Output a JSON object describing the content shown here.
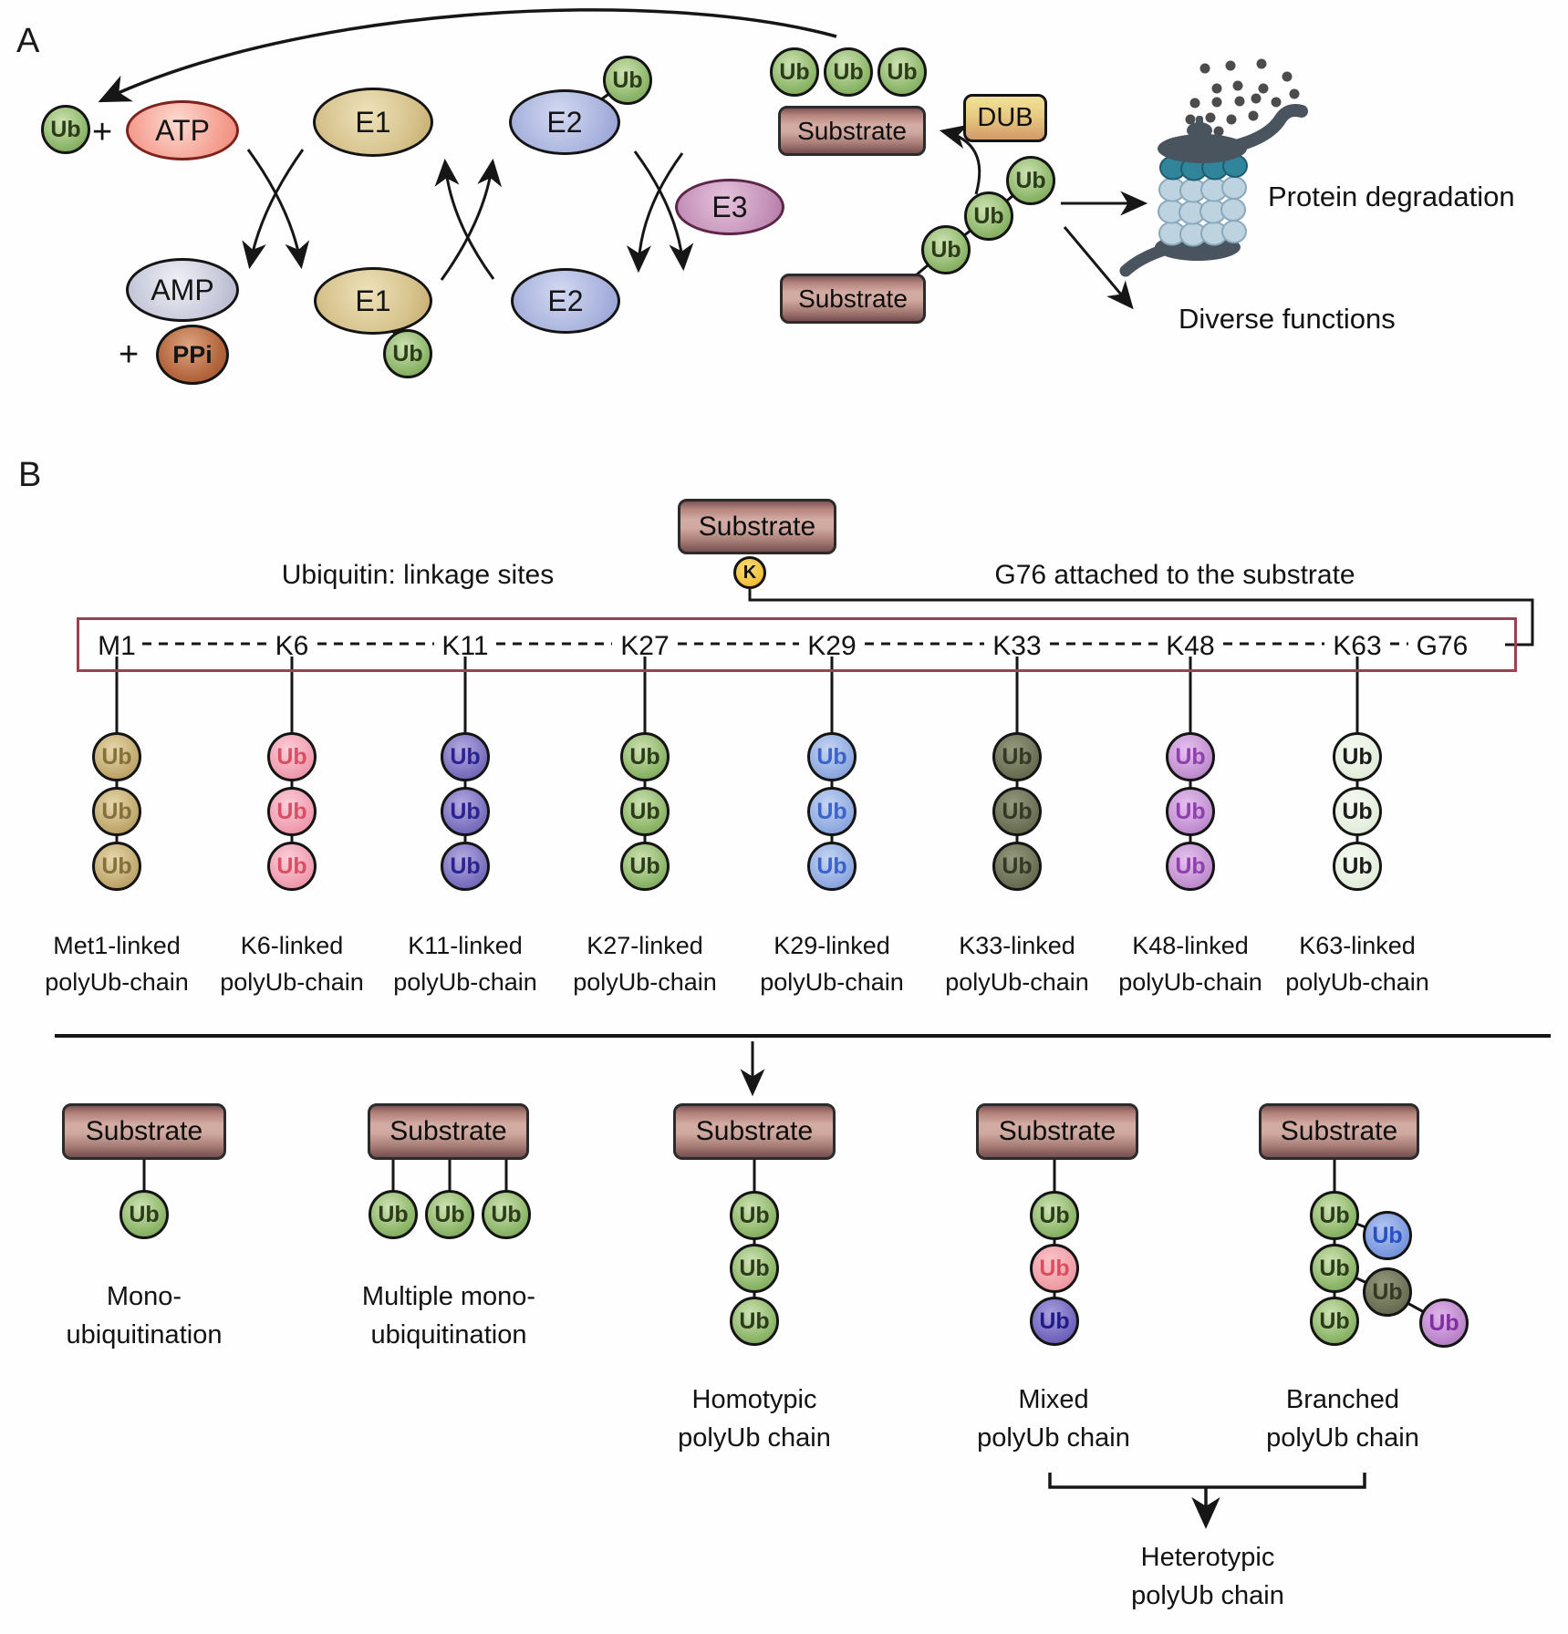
{
  "figure": {
    "panel_a_label": "A",
    "panel_b_label": "B"
  },
  "labels": {
    "ub": "Ub",
    "plus": "+"
  },
  "panelA": {
    "atp": "ATP",
    "e1": "E1",
    "e2": "E2",
    "e3": "E3",
    "amp": "AMP",
    "ppi": "PPi",
    "dub": "DUB",
    "substrate": "Substrate",
    "protein_degradation": "Protein degradation",
    "diverse_functions": "Diverse functions"
  },
  "panelB": {
    "substrate": "Substrate",
    "lysine": "K",
    "linkage_title": "Ubiquitin: linkage sites",
    "g76_note": "G76 attached to the substrate",
    "g76": "G76",
    "chains": [
      {
        "site": "M1",
        "line1": "Met1-linked",
        "line2": "polyUb-chain",
        "color": "#c3ab72"
      },
      {
        "site": "K6",
        "line1": "K6-linked",
        "line2": "polyUb-chain",
        "color": "#f0a0b2"
      },
      {
        "site": "K11",
        "line1": "K11-linked",
        "line2": "polyUb-chain",
        "color": "#7d72c0"
      },
      {
        "site": "K27",
        "line1": "K27-linked",
        "line2": "polyUb-chain",
        "color": "#8fb86c"
      },
      {
        "site": "K29",
        "line1": "K29-linked",
        "line2": "polyUb-chain",
        "color": "#92ade2"
      },
      {
        "site": "K33",
        "line1": "K33-linked",
        "line2": "polyUb-chain",
        "color": "#6d7257"
      },
      {
        "site": "K48",
        "line1": "K48-linked",
        "line2": "polyUb-chain",
        "color": "#c493d2"
      },
      {
        "site": "K63",
        "line1": "K63-linked",
        "line2": "polyUb-chain",
        "color": "#e6efdf"
      }
    ],
    "modes": [
      {
        "line1": "Mono-",
        "line2": "ubiquitination"
      },
      {
        "line1": "Multiple mono-",
        "line2": "ubiquitination"
      },
      {
        "line1": "Homotypic",
        "line2": "polyUb chain"
      },
      {
        "line1": "Mixed",
        "line2": "polyUb chain"
      },
      {
        "line1": "Branched",
        "line2": "polyUb chain"
      }
    ],
    "heterotypic": {
      "line1": "Heterotypic",
      "line2": "polyUb chain"
    }
  },
  "colors": {
    "ub_green": "#8fb86c",
    "substrate_box": "#cfa89f",
    "dub_top": "#f1e298",
    "dub_bottom": "#d2996a",
    "k_site_gold": "#f3c33f",
    "linkage_box_border": "#9b4251",
    "proteasome_dark": "#49545e",
    "proteasome_teal": "#31859a",
    "proteasome_light": "#bdd3e0"
  }
}
